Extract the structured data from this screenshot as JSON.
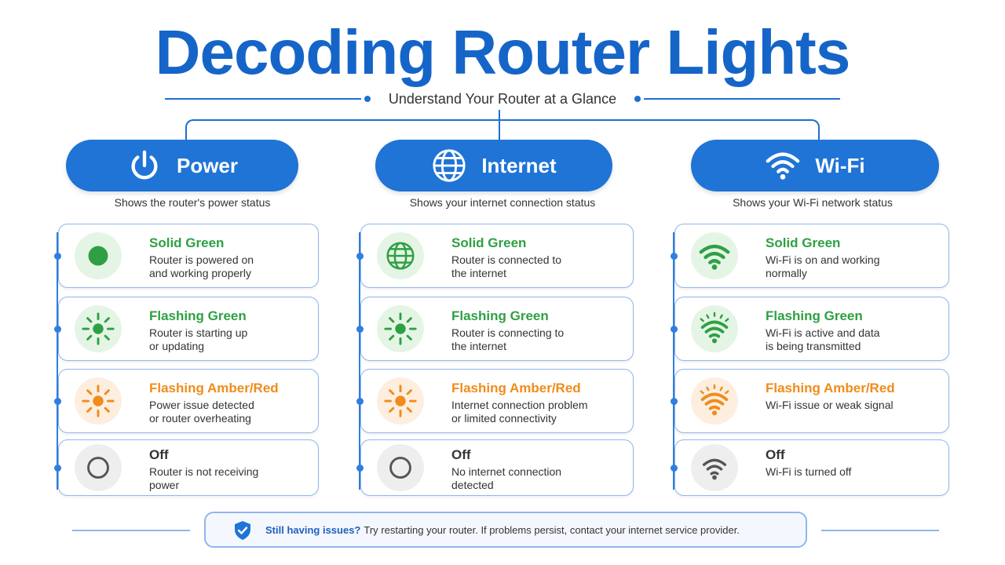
{
  "title": "Decoding Router Lights",
  "subtitle": "Understand Your Router at a Glance",
  "columns": [
    {
      "label": "Power",
      "icon": "power-icon",
      "description": "Shows the router's power status",
      "states": [
        {
          "status": "Solid Green",
          "text1": "Router is powered on",
          "text2": "and working properly",
          "icon": "solid-dot-icon",
          "color": "#2ea043"
        },
        {
          "status": "Flashing Green",
          "text1": "Router is starting up",
          "text2": "or updating",
          "icon": "flashing-dot-icon",
          "color": "#2ea043"
        },
        {
          "status": "Flashing Amber/Red",
          "text1": "Power issue detected",
          "text2": "or router overheating",
          "icon": "flashing-dot-icon",
          "color": "#f08c1a"
        },
        {
          "status": "Off",
          "text1": "Router is not receiving",
          "text2": "power",
          "icon": "off-ring-icon",
          "color": "#555555"
        }
      ]
    },
    {
      "label": "Internet",
      "icon": "globe-icon",
      "description": "Shows your internet connection status",
      "states": [
        {
          "status": "Solid Green",
          "text1": "Router is connected to",
          "text2": "the internet",
          "icon": "globe-icon",
          "color": "#2ea043"
        },
        {
          "status": "Flashing Green",
          "text1": "Router is connecting to",
          "text2": "the internet",
          "icon": "flashing-dot-icon",
          "color": "#2ea043"
        },
        {
          "status": "Flashing Amber/Red",
          "text1": "Internet connection problem",
          "text2": "or limited connectivity",
          "icon": "flashing-dot-icon",
          "color": "#f08c1a"
        },
        {
          "status": "Off",
          "text1": "No internet connection",
          "text2": "detected",
          "icon": "off-ring-icon",
          "color": "#555555"
        }
      ]
    },
    {
      "label": "Wi-Fi",
      "icon": "wifi-icon",
      "description": "Shows your Wi-Fi network status",
      "states": [
        {
          "status": "Solid Green",
          "text1": "Wi-Fi is on and working",
          "text2": "normally",
          "icon": "wifi-icon",
          "color": "#2ea043"
        },
        {
          "status": "Flashing Green",
          "text1": "Wi-Fi is active and data",
          "text2": "is being transmitted",
          "icon": "wifi-flashing-icon",
          "color": "#2ea043"
        },
        {
          "status": "Flashing Amber/Red",
          "text1": "Wi-Fi issue or weak signal",
          "text2": "",
          "icon": "wifi-flashing-icon",
          "color": "#f08c1a"
        },
        {
          "status": "Off",
          "text1": "Wi-Fi is turned off",
          "text2": "",
          "icon": "wifi-icon",
          "color": "#555555"
        }
      ]
    }
  ],
  "footer": {
    "bold": "Still having issues?",
    "text": "Try restarting your router. If problems persist, contact your internet service provider.",
    "icon": "shield-check-icon"
  },
  "colors": {
    "primary": "#1f74d6",
    "green": "#2ea043",
    "amber": "#f08c1a",
    "off": "#555555"
  }
}
